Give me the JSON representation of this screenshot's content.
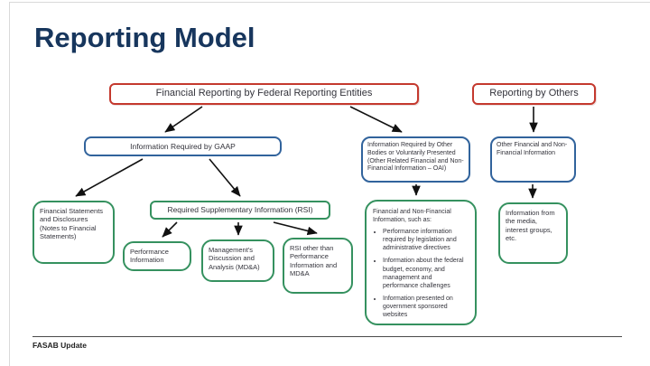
{
  "slide": {
    "title": "Reporting Model",
    "footer": "FASAB Update"
  },
  "palette": {
    "title_color": "#17365D",
    "red_border": "#C4392E",
    "blue_border": "#31639C",
    "green_border": "#35915F",
    "text_color": "#33333B",
    "arrow_color": "#111111"
  },
  "diagram": {
    "nodes": {
      "fed_reporting": "Financial Reporting by Federal Reporting Entities",
      "reporting_by_others": "Reporting by Others",
      "gaap": "Information Required by GAAP",
      "other_bodies": "Information Required by Other Bodies or Voluntarily Presented (Other Related Financial and Non-Financial Information – OAI)",
      "other_financial": "Other Financial and Non-Financial Information",
      "financial_statements": "Financial Statements and Disclosures (Notes to Financial Statements)",
      "rsi": "Required Supplementary Information (RSI)",
      "performance_information": "Performance Information",
      "mdna": "Management's Discussion and Analysis (MD&A)",
      "rsi_other": "RSI other than Performance Information and MD&A",
      "media": "Information from the media, interest groups, etc."
    },
    "fin_nonfin_box": {
      "heading": "Financial and Non-Financial Information, such as:",
      "bullets": [
        "Performance information required by legislation and administrative directives",
        "Information about the federal budget, economy, and management and performance challenges",
        "Information presented on government sponsored websites"
      ]
    }
  }
}
